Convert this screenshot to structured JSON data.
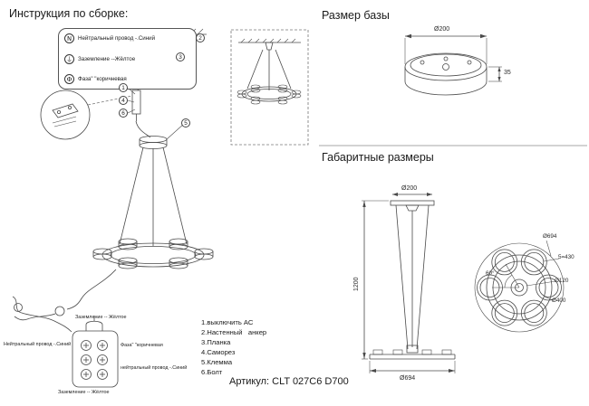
{
  "page": {
    "title": "Инструкция по сборке:",
    "article": "Артикул: CLT 027C6 D700"
  },
  "legend": {
    "items": [
      {
        "symbol": "N",
        "label": "Нейтральный провод -.Синий"
      },
      {
        "symbol": "⏚",
        "label": "Заземление --Жёлтое"
      },
      {
        "symbol": "Ф",
        "label": "Фаза\" \"коричневая"
      }
    ]
  },
  "callouts": [
    "2",
    "3",
    "1",
    "4",
    "6",
    "5"
  ],
  "base": {
    "heading": "Размер базы",
    "dia": "Ø200",
    "height": "35"
  },
  "overall": {
    "heading": "Габаритные размеры",
    "side": {
      "top_dia": "Ø200",
      "height": "1200",
      "bottom_dia": "Ø694"
    },
    "top_view": {
      "outer_dia": "Ø694",
      "spacing": "5=430",
      "hub_dia": "Ø120",
      "ring_dia": "Ø400",
      "angle": "60°"
    }
  },
  "parts": {
    "items": [
      "1.выключить АС",
      "2.Настенный   анкер",
      "3.Планка",
      "4.Саморез",
      "5.Клемма",
      "6.Болт"
    ]
  },
  "wiring": {
    "top": "Заземление -- Жёлтое",
    "left": "Нейтральный провод -.Синий",
    "phase": "Фаза\" \"коричневая",
    "neutral": "нейтральный провод -.Синий",
    "bottom": "Заземление -- Жёлтое"
  }
}
